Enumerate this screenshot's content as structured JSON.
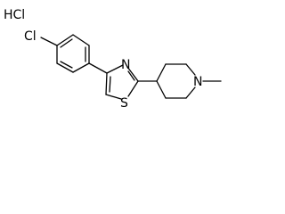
{
  "molecule": {
    "salt_label": "HCl",
    "atoms": {
      "chlorine": "Cl",
      "thiazole_nitrogen": "N",
      "thiazole_sulfur": "S",
      "piperidine_nitrogen": "N"
    }
  }
}
